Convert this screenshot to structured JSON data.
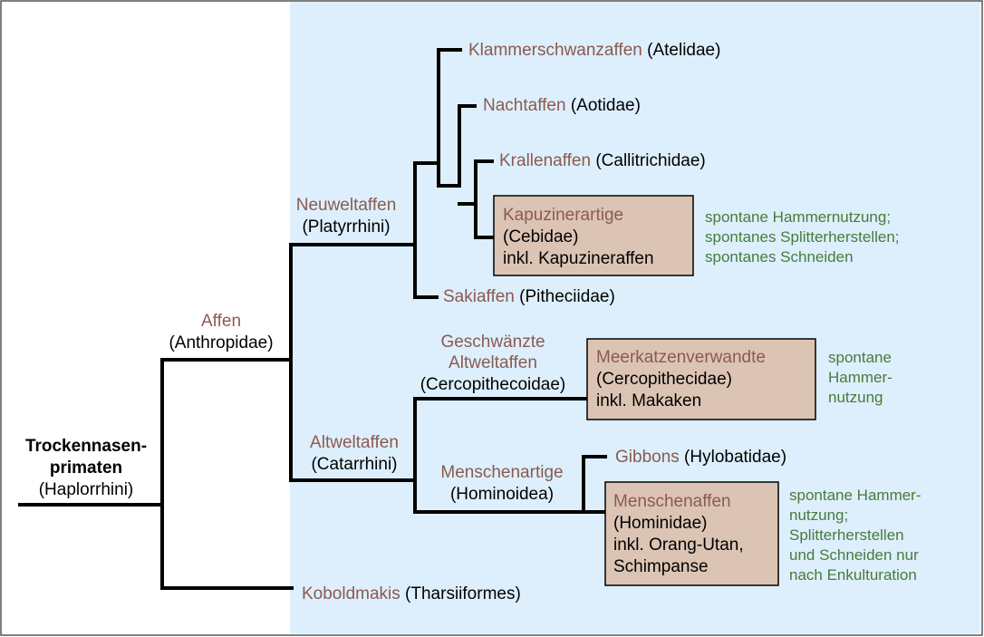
{
  "colors": {
    "panel": "#ddeffc",
    "box_fill": "#dcc4b4",
    "brown_text": "#8b5a50",
    "green_text": "#4a7a3a",
    "line": "#000000"
  },
  "root": {
    "line1": "Trockennasen-",
    "line2": "primaten",
    "latin": "(Haplorrhini)"
  },
  "affen": {
    "name": "Affen",
    "latin": "(Anthropidae)"
  },
  "koboldmakis": {
    "name": "Koboldmakis",
    "latin": " (Tharsiiformes)"
  },
  "neuweltaffen": {
    "name": "Neuweltaffen",
    "latin": "(Platyrrhini)"
  },
  "altweltaffen": {
    "name": "Altweltaffen",
    "latin": "(Catarrhini)"
  },
  "atelidae": {
    "name": "Klammerschwanzaffen",
    "latin": " (Atelidae)"
  },
  "aotidae": {
    "name": "Nachtaffen",
    "latin": " (Aotidae)"
  },
  "callitrichidae": {
    "name": "Krallenaffen",
    "latin": " (Callitrichidae)"
  },
  "cebidae": {
    "name": "Kapuzinerartige",
    "latin": "(Cebidae)",
    "extra": "inkl. Kapuzineraffen",
    "note": [
      "spontane Hammernutzung;",
      "spontanes Splitterherstellen;",
      "spontanes Schneiden"
    ]
  },
  "pitheciidae": {
    "name": "Sakiaffen",
    "latin": " (Pitheciidae)"
  },
  "cercopithecoidae": {
    "name_line1": "Geschwänzte",
    "name_line2": "Altweltaffen",
    "latin": "(Cercopithecoidae)"
  },
  "cercopithecidae": {
    "name": "Meerkatzenverwandte",
    "latin": "(Cercopithecidae)",
    "extra": "inkl. Makaken",
    "note": [
      "spontane",
      "Hammer-",
      "nutzung"
    ]
  },
  "hominoidea": {
    "name": "Menschenartige",
    "latin": "(Hominoidea)"
  },
  "hylobatidae": {
    "name": "Gibbons",
    "latin": " (Hylobatidae)"
  },
  "hominidae": {
    "name": "Menschenaffen",
    "latin": "(Hominidae)",
    "extra1": "inkl. Orang-Utan,",
    "extra2": "Schimpanse",
    "note": [
      "spontane Hammer-",
      "nutzung;",
      "Splitterherstellen",
      "und Schneiden nur",
      "nach Enkulturation"
    ]
  }
}
